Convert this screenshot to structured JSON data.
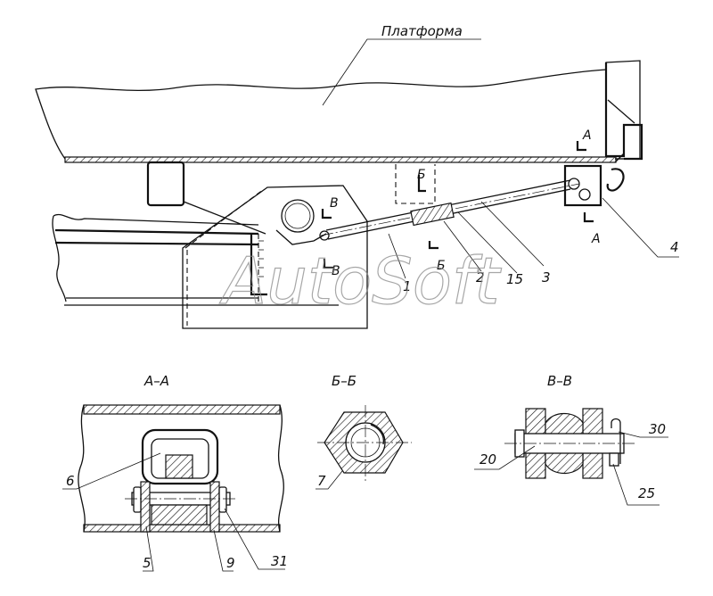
{
  "drawing": {
    "platform_label": "Платформа",
    "watermark": "AutoSoft",
    "callouts": {
      "c1": "1",
      "c2": "2",
      "c3": "3",
      "c4": "4",
      "c15": "15"
    },
    "section_marks": {
      "a_top": "А",
      "a_bottom": "А",
      "b_top": "Б",
      "b_bottom": "Б",
      "v_top": "В",
      "v_bottom": "В"
    }
  },
  "section_aa": {
    "title": "А–А",
    "callouts": {
      "c6": "6",
      "c5": "5",
      "c9": "9",
      "c31": "31"
    }
  },
  "section_bb": {
    "title": "Б–Б",
    "callouts": {
      "c7": "7"
    }
  },
  "section_vv": {
    "title": "В–В",
    "callouts": {
      "c20": "20",
      "c30": "30",
      "c25": "25"
    }
  }
}
